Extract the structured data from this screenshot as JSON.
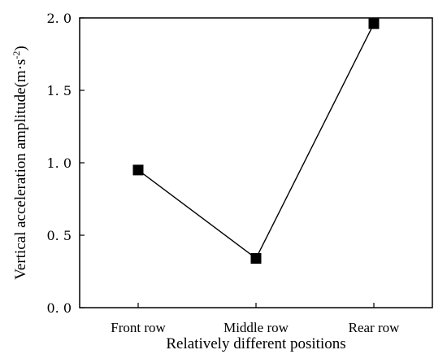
{
  "chart_data": {
    "type": "line",
    "categories": [
      "Front row",
      "Middle row",
      "Rear row"
    ],
    "series": [
      {
        "values": [
          0.95,
          0.34,
          1.96
        ]
      }
    ],
    "xlabel": "Relatively different positions",
    "ylabel": "Vertical acceleration amplitude(m·s",
    "ylabel_exponent": "-2",
    "ylabel_suffix": ")",
    "ylim": [
      0.0,
      2.0
    ],
    "yticks": [
      0.0,
      0.5,
      1.0,
      1.5,
      2.0
    ],
    "ytick_labels": [
      "0. 0",
      "0. 5",
      "1. 0",
      "1. 5",
      "2. 0"
    ],
    "marker": "square",
    "grid": false,
    "line_color": "#000000",
    "marker_color": "#000000"
  }
}
